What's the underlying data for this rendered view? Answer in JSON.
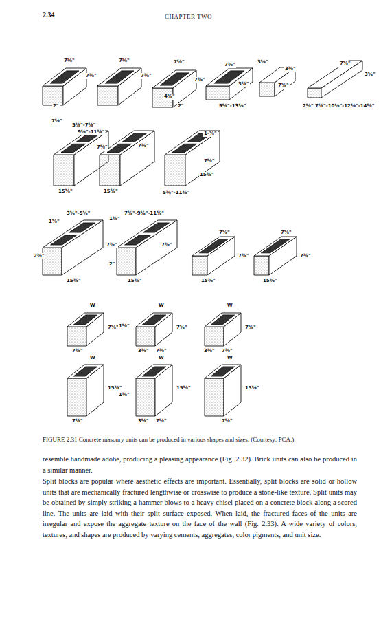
{
  "diagram": {
    "caption": "FIGURE 2.31 Concrete masonry units can be produced in various shapes and sizes. (Courtesy: PCA.)",
    "labels": [
      "2.34",
      "CHAPTER TWO",
      "7⅝\"",
      "7⅝\"",
      "2\"",
      "7⅝\"",
      "7⅝\"",
      "7⅝\"",
      "7⅝\"",
      "7⅝\"",
      "4⅝\"",
      "2\"",
      "7⅝\"",
      "3⅝\"",
      "9⅝\"-13⅝\"",
      "3⅝\"",
      "3⅝\"",
      "7⅝\"",
      "7⅝\"",
      "3⅝\"",
      "2⅝\"",
      "7⅝\"-10⅝\"-12⅝\"-14⅝\"",
      "5⅝\"-7⅝\"",
      "9⅝\"-11⅝\"",
      "7⅝\"",
      "15⅝\"",
      "7⅝\"",
      "15⅝\"",
      "1-⅛\"",
      "7⅝\"",
      "5⅝\"-11⅝\"",
      "15⅝\"",
      "3⅝\"-5⅝\"",
      "1⅝\"",
      "2⅝\"",
      "7⅝\"",
      "15⅝\"",
      "1⅝\"",
      "7⅝\"-9⅝\"-11⅝\"",
      "2\"",
      "7⅝\"",
      "15⅝\"",
      "7⅝\"",
      "7⅝\"",
      "15⅝\"",
      "7⅝\"",
      "7⅝\"",
      "15⅝\"",
      "W",
      "7⅝\"",
      "7⅝\"",
      "W",
      "1⅝\"",
      "7⅝\"",
      "3⅝\"",
      "7⅝\"",
      "W",
      "7⅝\"",
      "3⅝\"",
      "7⅝\"",
      "W",
      "15⅝\"",
      "7⅝\"",
      "W",
      "1⅝\"",
      "15⅝\"",
      "3⅝\"",
      "7⅝\"",
      "W",
      "15⅝\"",
      "7⅝\"",
      "resemble handmade adobe, producing a pleasing appearance (Fig. 2.32). Brick units can also be produced in a similar manner.",
      "Split blocks are popular where aesthetic effects are important. Essentially, split blocks are solid or hollow units that are mechanically fractured lengthwise or crosswise to produce a stone-like texture. Split units may be obtained by simply striking a hammer blows to a heavy chisel placed on a concrete block along a scored line. The units are laid with their split surface exposed. When laid, the fractured faces of the units are irregular and expose the aggregate texture on the face of the wall (Fig. 2.33). A wide variety of colors, textures, and shapes are produced by varying cements, aggregates, color pigments, and unit size."
    ]
  }
}
